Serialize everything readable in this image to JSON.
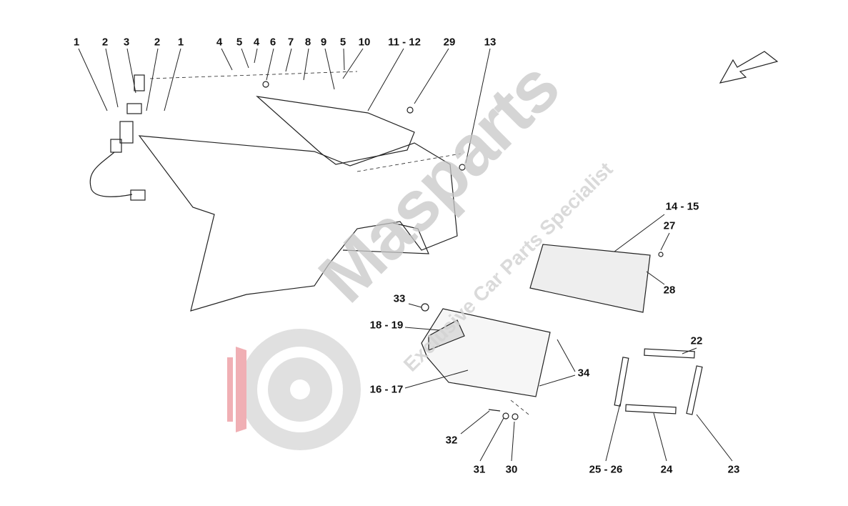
{
  "watermark": {
    "brand": "Masparts",
    "tagline": "Exclusive Car Parts Specialist"
  },
  "labels": {
    "l1a": "1",
    "l2a": "2",
    "l3": "3",
    "l2b": "2",
    "l1b": "1",
    "l4a": "4",
    "l5a": "5",
    "l4b": "4",
    "l6": "6",
    "l7": "7",
    "l8": "8",
    "l9": "9",
    "l5b": "5",
    "l10": "10",
    "l11_12": "11 - 12",
    "l29": "29",
    "l13": "13",
    "l14_15": "14 - 15",
    "l27": "27",
    "l28": "28",
    "l33": "33",
    "l18_19": "18 - 19",
    "l16_17": "16 - 17",
    "l34": "34",
    "l22": "22",
    "l32": "32",
    "l31": "31",
    "l30": "30",
    "l25_26": "25 - 26",
    "l24": "24",
    "l23": "23"
  }
}
